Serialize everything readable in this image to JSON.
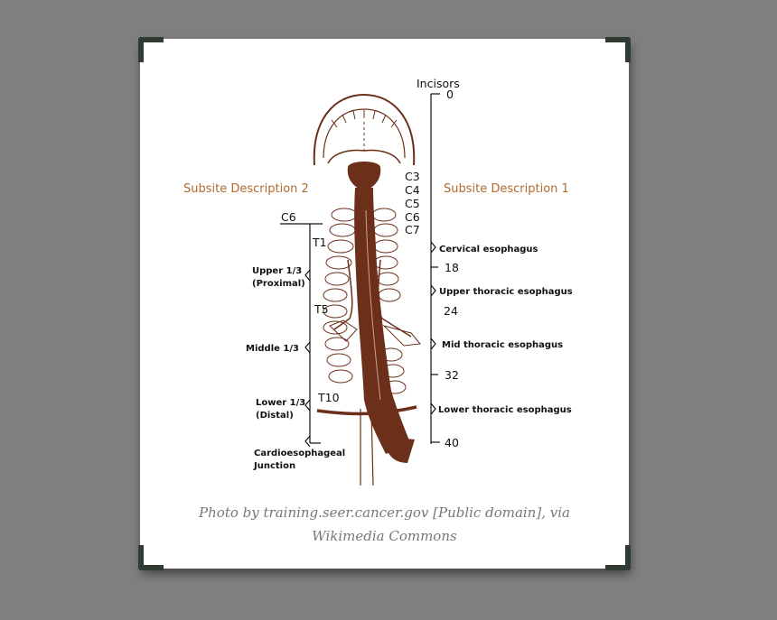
{
  "diagram": {
    "top_label": "Incisors",
    "subsite_right": "Subsite Description 1",
    "subsite_left": "Subsite Description 2",
    "cervical_vertebrae": [
      "C3",
      "C4",
      "C5",
      "C6",
      "C7"
    ],
    "left_level": "C6",
    "thoracic_markers": [
      "T1",
      "T5",
      "T10"
    ],
    "depth_marks": [
      "0",
      "18",
      "24",
      "32",
      "40"
    ],
    "right_segments": [
      "Cervical esophagus",
      "Upper thoracic esophagus",
      "Mid thoracic esophagus",
      "Lower thoracic esophagus"
    ],
    "left_segments": {
      "upper": [
        "Upper 1/3",
        "(Proximal)"
      ],
      "middle": "Middle 1/3",
      "lower": [
        "Lower 1/3",
        "(Distal)"
      ],
      "junction": [
        "Cardioesophageal",
        "Junction"
      ]
    }
  },
  "caption": {
    "line1": "Photo by training.seer.cancer.gov [Public domain], via",
    "line2": "Wikimedia Commons"
  },
  "colors": {
    "subsite_text": "#b06a2f",
    "anatomy": "#6b2f1a",
    "background": "#7f7f7f",
    "frame_corners": "#2f3b33"
  }
}
